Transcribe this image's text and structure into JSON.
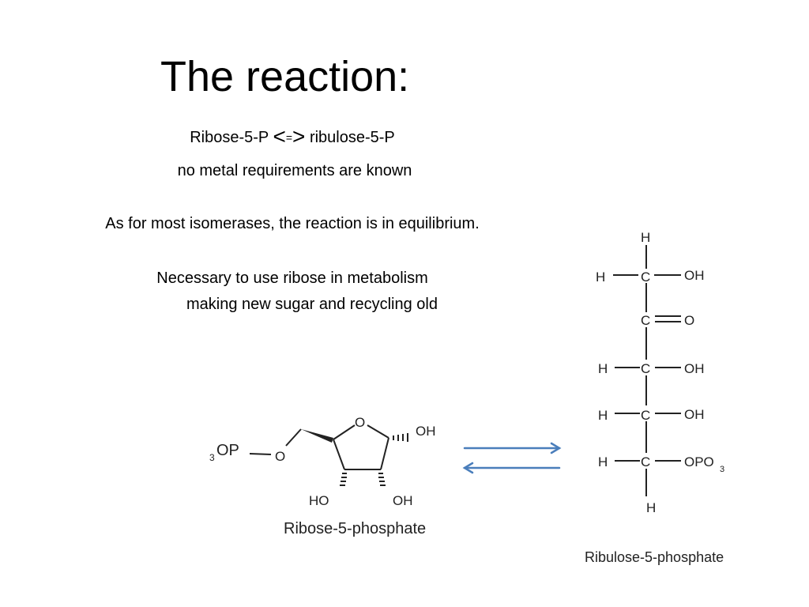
{
  "slide": {
    "title": "The reaction:",
    "reaction": {
      "left": "Ribose-5-P",
      "op_lt": "<",
      "op_eq": "=",
      "op_gt": ">",
      "right": "ribulose-5-P"
    },
    "metal_note": "no metal requirements are known",
    "equilibrium_note": "As for most isomerases, the reaction is in equilibrium.",
    "necessity_note": "Necessary to use ribose in metabolism",
    "sugar_note": "making new sugar and recycling old"
  },
  "ribose": {
    "caption": "Ribose-5-phosphate",
    "phosphate_subscript": "3",
    "phosphate": "OP",
    "ester_o": "O",
    "ring_o": "O",
    "oh_right": "OH",
    "ho_left": "HO",
    "oh_bottom": "OH"
  },
  "ribulose": {
    "caption": "Ribulose-5-phosphate",
    "h": "H",
    "c": "C",
    "oh": "OH",
    "o": "O",
    "opo": "OPO",
    "opo_subscript": "3"
  },
  "colors": {
    "arrow": "#4a7ebb",
    "bond": "#222222",
    "text": "#000000"
  }
}
